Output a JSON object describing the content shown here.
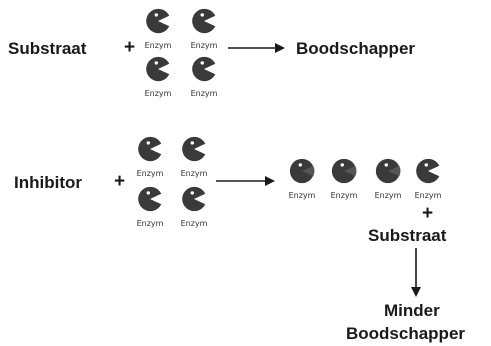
{
  "row1": {
    "left": "Substraat",
    "plus": "+",
    "enzymes": [
      "Enzym",
      "Enzym",
      "Enzym",
      "Enzym"
    ],
    "right": "Boodschapper"
  },
  "row2": {
    "left": "Inhibitor",
    "plus": "+",
    "enzymes": [
      "Enzym",
      "Enzym",
      "Enzym",
      "Enzym"
    ],
    "blocked": [
      "Enzym",
      "Enzym",
      "Enzym"
    ],
    "free": "Enzym",
    "plus2": "+",
    "substrate": "Substraat",
    "result_line1": "Minder",
    "result_line2": "Boodschapper"
  },
  "colors": {
    "enzyme": "#3a3a3a",
    "text": "#1a1a1a"
  },
  "icons": {
    "open_enzyme": "pacman-enzyme-icon",
    "blocked_enzyme": "blocked-enzyme-icon"
  }
}
